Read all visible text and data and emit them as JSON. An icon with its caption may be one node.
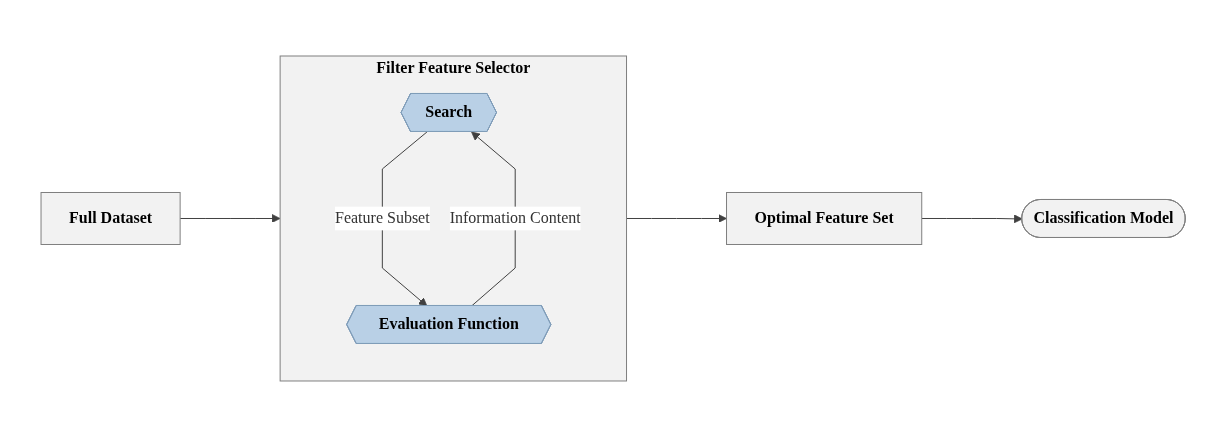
{
  "diagram": {
    "nodes": [
      {
        "text": [
          "Full Dataset"
        ]
      },
      {
        "text": [
          "Filter Feature Selector"
        ]
      },
      {
        "text": [
          "Search"
        ],
        "in": 1
      },
      {
        "text": [
          "Evaluation Function"
        ],
        "in": 1
      },
      {
        "text": [
          "Optimal Feature Set"
        ]
      },
      {
        "text": [
          "Classification Model"
        ]
      }
    ],
    "edges": [
      {
        "from": 0,
        "to": 1,
        "arrow": "to"
      },
      {
        "from": 2,
        "to": 3,
        "label": "Feature Subset",
        "arrow": "to"
      },
      {
        "from": 3,
        "to": 2,
        "label": "Information Content",
        "arrow": "to"
      },
      {
        "from": 1,
        "to": 4,
        "arrow": "to"
      },
      {
        "from": 4,
        "to": 5,
        "arrow": "to"
      }
    ]
  }
}
